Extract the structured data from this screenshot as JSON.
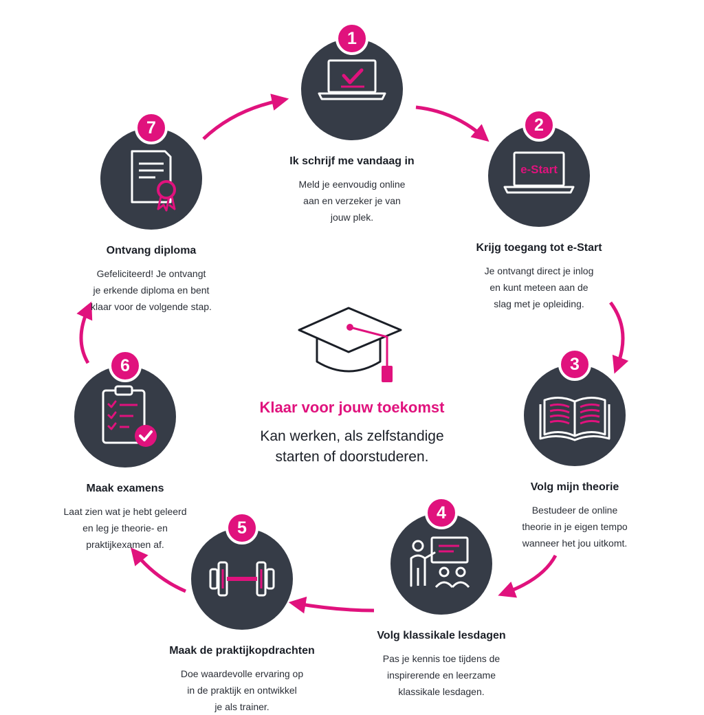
{
  "accent_color": "#e0127d",
  "disc_color": "#363c47",
  "center": {
    "icon": "graduation-cap-icon",
    "title": "Klaar voor jouw toekomst",
    "subtitle_lines": [
      "Kan werken, als zelfstandige",
      "starten of doorstuderen."
    ]
  },
  "steps": [
    {
      "number": "1",
      "icon": "laptop-check-icon",
      "title": "Ik schrijf me vandaag in",
      "desc": [
        "Meld je eenvoudig online",
        "aan en verzeker je van",
        "jouw plek."
      ]
    },
    {
      "number": "2",
      "icon": "laptop-estart-icon",
      "screen_text": "e-Start",
      "title": "Krijg toegang tot e-Start",
      "desc": [
        "Je ontvangt direct je inlog",
        "en kunt meteen aan de",
        "slag met je opleiding."
      ]
    },
    {
      "number": "3",
      "icon": "open-book-icon",
      "title": "Volg mijn theorie",
      "desc": [
        "Bestudeer de online",
        "theorie in je eigen tempo",
        "wanneer het jou uitkomt."
      ]
    },
    {
      "number": "4",
      "icon": "classroom-presenter-icon",
      "title": "Volg klassikale lesdagen",
      "desc": [
        "Pas je kennis toe tijdens de",
        "inspirerende en leerzame",
        "klassikale lesdagen."
      ]
    },
    {
      "number": "5",
      "icon": "dumbbell-icon",
      "title": "Maak de praktijkopdrachten",
      "desc": [
        "Doe waardevolle ervaring op",
        "in de praktijk en ontwikkel",
        "je als trainer."
      ]
    },
    {
      "number": "6",
      "icon": "clipboard-checklist-icon",
      "title": "Maak examens",
      "desc": [
        "Laat zien wat je hebt geleerd",
        "en leg je theorie- en",
        "praktijkexamen af."
      ]
    },
    {
      "number": "7",
      "icon": "diploma-certificate-icon",
      "title": "Ontvang diploma",
      "desc": [
        "Gefeliciteerd! Je ontvangt",
        "je erkende diploma en bent",
        "klaar voor de volgende stap."
      ]
    }
  ]
}
